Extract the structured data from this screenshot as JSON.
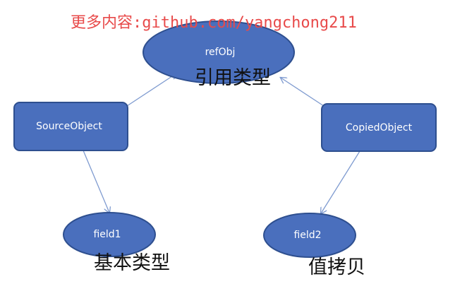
{
  "watermark": "更多内容:github.com/yangchong211",
  "nodes": {
    "ref": "refObj",
    "source": "SourceObject",
    "copied": "CopiedObject",
    "field1": "field1",
    "field2": "field2"
  },
  "captions": {
    "ref": "引用类型",
    "basic": "基本类型",
    "copy": "值拷贝"
  },
  "colors": {
    "node_fill": "#4a6fbd",
    "node_stroke": "#2e4f8f",
    "edge": "#7f9bd0",
    "watermark": "#e84a4a"
  }
}
